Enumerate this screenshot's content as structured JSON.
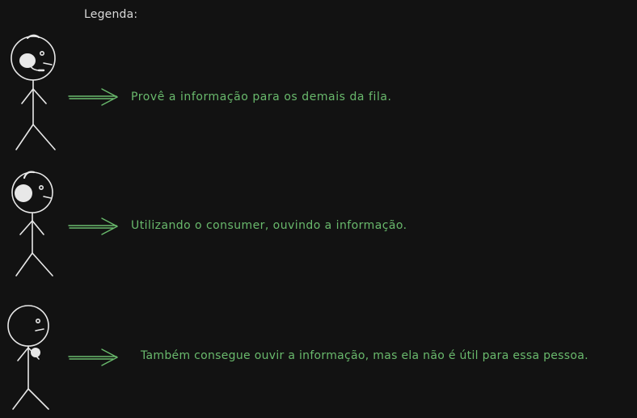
{
  "legend": {
    "title": "Legenda:",
    "items": [
      {
        "figure": "person-with-headset-and-microphone",
        "text": "Provê a informação para os demais da fila."
      },
      {
        "figure": "person-with-headphones",
        "text": "Utilizando o consumer, ouvindo a informação."
      },
      {
        "figure": "person-without-headphones",
        "text": "Também consegue ouvir a informação, mas ela não é útil para essa pessoa."
      }
    ]
  },
  "colors": {
    "background": "#121212",
    "stroke": "#e8e8e8",
    "title_text": "#d9d9d9",
    "description_text": "#69b96c",
    "arrow": "#69b96c"
  }
}
